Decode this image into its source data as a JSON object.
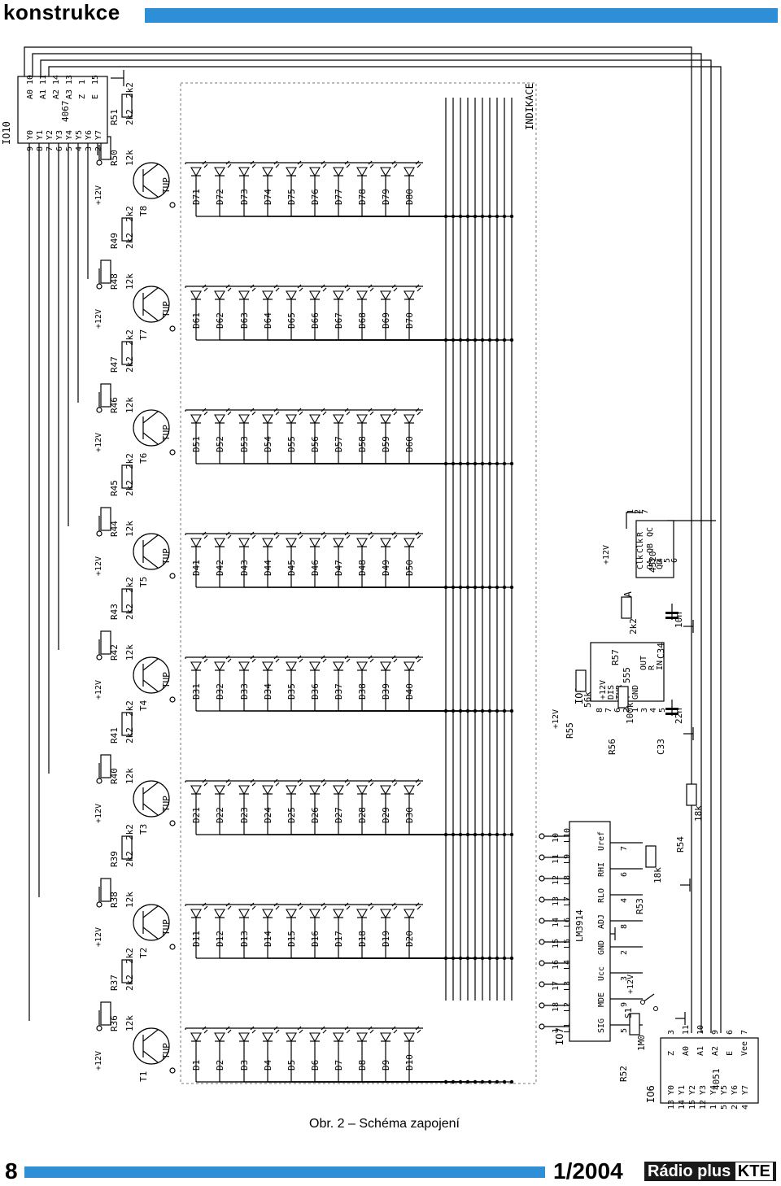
{
  "header": {
    "section": "konstrukce"
  },
  "footer": {
    "page": "8",
    "issue": "1/2004",
    "magazine": "Rádio plus",
    "magazine_logo": "KTE"
  },
  "caption": "Obr. 2 – Schéma zapojení",
  "panel_label": "INDIKACE",
  "transistors": [
    {
      "name": "T1",
      "r_base": "R36",
      "r_base_val": "12k",
      "r_led": "R37",
      "r_led_val": "2k2",
      "type": "TUP"
    },
    {
      "name": "T2",
      "r_base": "R38",
      "r_base_val": "12k",
      "r_led": "R39",
      "r_led_val": "2k2",
      "type": "TUP"
    },
    {
      "name": "T3",
      "r_base": "R40",
      "r_base_val": "12k",
      "r_led": "R41",
      "r_led_val": "2k2",
      "type": "TUP"
    },
    {
      "name": "T4",
      "r_base": "R42",
      "r_base_val": "12k",
      "r_led": "R43",
      "r_led_val": "2k2",
      "type": "TUP"
    },
    {
      "name": "T5",
      "r_base": "R44",
      "r_base_val": "12k",
      "r_led": "R45",
      "r_led_val": "2k2",
      "type": "TUP"
    },
    {
      "name": "T6",
      "r_base": "R46",
      "r_base_val": "12k",
      "r_led": "R47",
      "r_led_val": "2k2",
      "type": "TUP"
    },
    {
      "name": "T7",
      "r_base": "R48",
      "r_base_val": "12k",
      "r_led": "R49",
      "r_led_val": "2k2",
      "type": "TUP"
    },
    {
      "name": "T8",
      "r_base": "R50",
      "r_base_val": "12k",
      "r_led": "R51",
      "r_led_val": "2k2",
      "type": "TUP"
    }
  ],
  "supply": "+12V",
  "led_groups": [
    [
      "D1",
      "D2",
      "D3",
      "D4",
      "D5",
      "D6",
      "D7",
      "D8",
      "D9",
      "D10"
    ],
    [
      "D11",
      "D12",
      "D13",
      "D14",
      "D15",
      "D16",
      "D17",
      "D18",
      "D19",
      "D20"
    ],
    [
      "D21",
      "D22",
      "D23",
      "D24",
      "D25",
      "D26",
      "D27",
      "D28",
      "D29",
      "D30"
    ],
    [
      "D31",
      "D32",
      "D33",
      "D34",
      "D35",
      "D36",
      "D37",
      "D38",
      "D39",
      "D40"
    ],
    [
      "D41",
      "D42",
      "D43",
      "D44",
      "D45",
      "D46",
      "D47",
      "D48",
      "D49",
      "D50"
    ],
    [
      "D51",
      "D52",
      "D53",
      "D54",
      "D55",
      "D56",
      "D57",
      "D58",
      "D59",
      "D60"
    ],
    [
      "D61",
      "D62",
      "D63",
      "D64",
      "D65",
      "D66",
      "D67",
      "D68",
      "D69",
      "D70"
    ],
    [
      "D71",
      "D72",
      "D73",
      "D74",
      "D75",
      "D76",
      "D77",
      "D78",
      "D79",
      "D80"
    ]
  ],
  "io10": {
    "name": "IO10",
    "part": "4067",
    "outputs": [
      "Y0",
      "Y1",
      "Y2",
      "Y3",
      "Y4",
      "Y5",
      "Y6",
      "Y7"
    ],
    "output_pins": [
      "9",
      "8",
      "7",
      "6",
      "5",
      "4",
      "3",
      "2"
    ],
    "inputs": [
      "A0",
      "A1",
      "A2",
      "A3",
      "Z",
      "E"
    ],
    "input_pins": [
      "10",
      "11",
      "14",
      "13",
      "1",
      "15"
    ]
  },
  "io7": {
    "name": "IO7",
    "part": "LM3914",
    "outputs": [
      "L1",
      "L2",
      "L3",
      "L4",
      "L5",
      "L6",
      "L7",
      "L8",
      "L9",
      "L10"
    ],
    "output_pins": [
      "1",
      "18",
      "17",
      "16",
      "15",
      "14",
      "13",
      "12",
      "11",
      "10"
    ],
    "inputs": [
      "SIG",
      "MDE",
      "Ucc",
      "GND",
      "ADJ",
      "RLO",
      "RHI",
      "Uref"
    ],
    "input_pins": [
      "5",
      "9",
      "3",
      "2",
      "8",
      "4",
      "6",
      "7"
    ]
  },
  "io6": {
    "name": "IO6",
    "part": "4051",
    "left": [
      "Y0",
      "Y1",
      "Y2",
      "Y3",
      "Y4",
      "Y5",
      "Y6",
      "Y7"
    ],
    "left_pins": [
      "13",
      "14",
      "15",
      "12",
      "1",
      "5",
      "2",
      "4"
    ],
    "right": [
      "Z",
      "A0",
      "A1",
      "A2",
      "E",
      "Vee"
    ],
    "right_pins": [
      "3",
      "11",
      "10",
      "9",
      "6",
      "7"
    ]
  },
  "io8": {
    "name": "IO8",
    "part": "555",
    "pins": [
      "+12V",
      "DIS",
      "THR",
      "T",
      "GND",
      "OUT",
      "R",
      "IN"
    ],
    "pin_nums": [
      "8",
      "7",
      "6",
      "2",
      "1",
      "3",
      "4",
      "5"
    ]
  },
  "io9": {
    "name": "IO9A",
    "part": "4520",
    "pins": [
      "Clk",
      "Clk",
      "R",
      "QA",
      "QB",
      "QC",
      "QD"
    ],
    "pin_nums": [
      "1",
      "2",
      "7",
      "3",
      "4",
      "5",
      "6"
    ]
  },
  "passives": [
    {
      "name": "R52",
      "value": "1M0"
    },
    {
      "name": "R53",
      "value": "18k"
    },
    {
      "name": "R54",
      "value": "18k"
    },
    {
      "name": "R55",
      "value": "56k"
    },
    {
      "name": "R56",
      "value": "100k"
    },
    {
      "name": "R57",
      "value": "2k2"
    },
    {
      "name": "C33",
      "value": "22n"
    },
    {
      "name": "C34",
      "value": "10n"
    }
  ],
  "switch": {
    "name": "S1",
    "supply": "+12V"
  }
}
